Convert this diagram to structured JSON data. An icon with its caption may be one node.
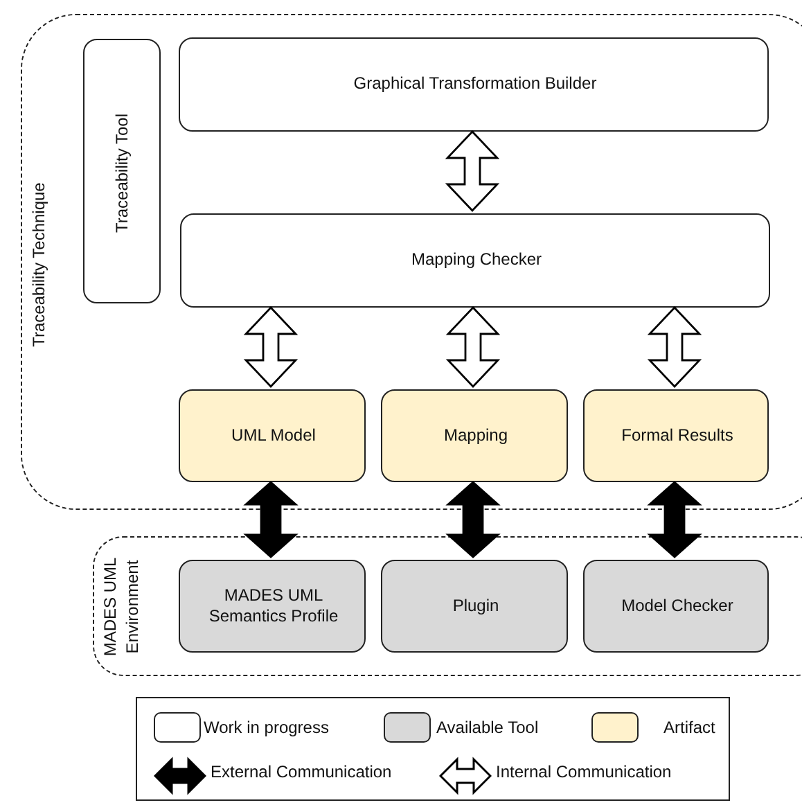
{
  "diagram": {
    "nodes": [
      {
        "text": [
          "Traceability Technique"
        ]
      },
      {
        "text": [
          "Traceability Tool"
        ],
        "in": 0
      },
      {
        "text": [
          "Graphical Transformation Builder"
        ],
        "in": 0
      },
      {
        "text": [
          "Mapping Checker"
        ],
        "in": 0
      },
      {
        "text": [
          "UML Model"
        ],
        "in": 0
      },
      {
        "text": [
          "Mapping"
        ],
        "in": 0
      },
      {
        "text": [
          "Formal Results"
        ],
        "in": 0
      },
      {
        "text": [
          "MADES UML Environment"
        ]
      },
      {
        "text": [
          "MADES UML Semantics Profile"
        ],
        "in": 7
      },
      {
        "text": [
          "Plugin"
        ],
        "in": 7
      },
      {
        "text": [
          "Model Checker"
        ],
        "in": 7
      }
    ],
    "edges": [
      {
        "from": 2,
        "to": 3,
        "arrow": "both"
      },
      {
        "from": 3,
        "to": 4,
        "arrow": "both"
      },
      {
        "from": 3,
        "to": 5,
        "arrow": "both"
      },
      {
        "from": 3,
        "to": 6,
        "arrow": "both"
      },
      {
        "from": 8,
        "to": 4,
        "arrow": "both",
        "style": "thick"
      },
      {
        "from": 9,
        "to": 5,
        "arrow": "both",
        "style": "thick"
      },
      {
        "from": 10,
        "to": 6,
        "arrow": "both",
        "style": "thick"
      }
    ],
    "legend": [
      {
        "text": "Work in progress",
        "color": "#ffffff"
      },
      {
        "text": "Available Tool",
        "color": "#d9d9d9"
      },
      {
        "text": "Artifact",
        "color": "#fff2cc"
      },
      {
        "text": "External Communication"
      },
      {
        "text": "Internal Communication"
      }
    ]
  }
}
